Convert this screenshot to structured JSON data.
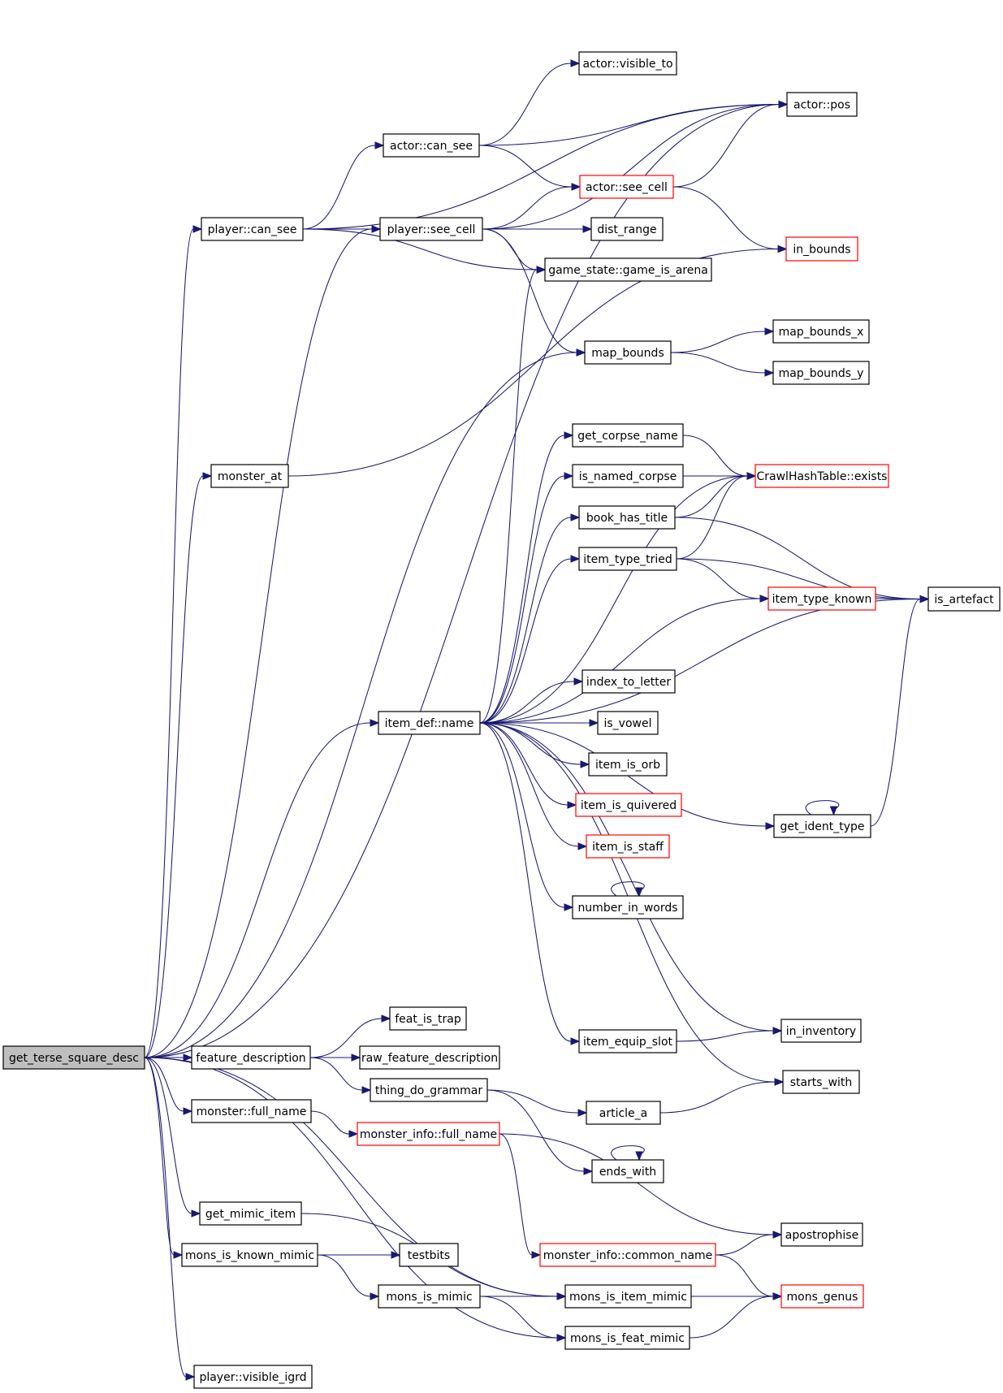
{
  "diagram": {
    "colors": {
      "edge": "#191970",
      "root_fill": "#bfbfbf",
      "node_fill": "#ffffff",
      "node_border": "#000000",
      "truncated_border": "#ff0000"
    },
    "nodes": [
      {
        "id": "get_terse_square_desc",
        "label": "get_terse_square_desc",
        "style": "root"
      },
      {
        "id": "player_can_see",
        "label": "player::can_see",
        "style": "normal"
      },
      {
        "id": "actor_can_see",
        "label": "actor::can_see",
        "style": "normal"
      },
      {
        "id": "actor_visible_to",
        "label": "actor::visible_to",
        "style": "normal"
      },
      {
        "id": "actor_pos",
        "label": "actor::pos",
        "style": "normal"
      },
      {
        "id": "actor_see_cell",
        "label": "actor::see_cell",
        "style": "truncated"
      },
      {
        "id": "player_see_cell",
        "label": "player::see_cell",
        "style": "normal"
      },
      {
        "id": "dist_range",
        "label": "dist_range",
        "style": "normal"
      },
      {
        "id": "game_is_arena",
        "label": "game_state::game_is_arena",
        "style": "normal"
      },
      {
        "id": "in_bounds",
        "label": "in_bounds",
        "style": "truncated"
      },
      {
        "id": "map_bounds",
        "label": "map_bounds",
        "style": "normal"
      },
      {
        "id": "map_bounds_x",
        "label": "map_bounds_x",
        "style": "normal"
      },
      {
        "id": "map_bounds_y",
        "label": "map_bounds_y",
        "style": "normal"
      },
      {
        "id": "monster_at",
        "label": "monster_at",
        "style": "normal"
      },
      {
        "id": "get_corpse_name",
        "label": "get_corpse_name",
        "style": "normal"
      },
      {
        "id": "crawl_exists",
        "label": "CrawlHashTable::exists",
        "style": "truncated"
      },
      {
        "id": "is_named_corpse",
        "label": "is_named_corpse",
        "style": "normal"
      },
      {
        "id": "book_has_title",
        "label": "book_has_title",
        "style": "normal"
      },
      {
        "id": "item_type_tried",
        "label": "item_type_tried",
        "style": "normal"
      },
      {
        "id": "item_type_known",
        "label": "item_type_known",
        "style": "truncated"
      },
      {
        "id": "is_artefact",
        "label": "is_artefact",
        "style": "normal"
      },
      {
        "id": "index_to_letter",
        "label": "index_to_letter",
        "style": "normal"
      },
      {
        "id": "item_def_name",
        "label": "item_def::name",
        "style": "normal"
      },
      {
        "id": "is_vowel",
        "label": "is_vowel",
        "style": "normal"
      },
      {
        "id": "item_is_orb",
        "label": "item_is_orb",
        "style": "normal"
      },
      {
        "id": "item_is_quivered",
        "label": "item_is_quivered",
        "style": "truncated"
      },
      {
        "id": "get_ident_type",
        "label": "get_ident_type",
        "style": "normal"
      },
      {
        "id": "item_is_staff",
        "label": "item_is_staff",
        "style": "truncated"
      },
      {
        "id": "number_in_words",
        "label": "number_in_words",
        "style": "normal"
      },
      {
        "id": "feat_is_trap",
        "label": "feat_is_trap",
        "style": "normal"
      },
      {
        "id": "in_inventory",
        "label": "in_inventory",
        "style": "normal"
      },
      {
        "id": "item_equip_slot",
        "label": "item_equip_slot",
        "style": "normal"
      },
      {
        "id": "feature_description",
        "label": "feature_description",
        "style": "normal"
      },
      {
        "id": "raw_feature_description",
        "label": "raw_feature_description",
        "style": "normal"
      },
      {
        "id": "thing_do_grammar",
        "label": "thing_do_grammar",
        "style": "normal"
      },
      {
        "id": "starts_with",
        "label": "starts_with",
        "style": "normal"
      },
      {
        "id": "article_a",
        "label": "article_a",
        "style": "normal"
      },
      {
        "id": "monster_full_name",
        "label": "monster::full_name",
        "style": "normal"
      },
      {
        "id": "monster_info_full_name",
        "label": "monster_info::full_name",
        "style": "truncated"
      },
      {
        "id": "ends_with",
        "label": "ends_with",
        "style": "normal"
      },
      {
        "id": "get_mimic_item",
        "label": "get_mimic_item",
        "style": "normal"
      },
      {
        "id": "apostrophise",
        "label": "apostrophise",
        "style": "normal"
      },
      {
        "id": "mons_is_known_mimic",
        "label": "mons_is_known_mimic",
        "style": "normal"
      },
      {
        "id": "testbits",
        "label": "testbits",
        "style": "normal"
      },
      {
        "id": "monster_info_common_name",
        "label": "monster_info::common_name",
        "style": "truncated"
      },
      {
        "id": "mons_is_mimic",
        "label": "mons_is_mimic",
        "style": "normal"
      },
      {
        "id": "mons_is_item_mimic",
        "label": "mons_is_item_mimic",
        "style": "normal"
      },
      {
        "id": "mons_genus",
        "label": "mons_genus",
        "style": "truncated"
      },
      {
        "id": "mons_is_feat_mimic",
        "label": "mons_is_feat_mimic",
        "style": "normal"
      },
      {
        "id": "player_visible_igrd",
        "label": "player::visible_igrd",
        "style": "normal"
      }
    ],
    "edges": [
      [
        "get_terse_square_desc",
        "player_can_see"
      ],
      [
        "get_terse_square_desc",
        "actor_pos"
      ],
      [
        "get_terse_square_desc",
        "player_see_cell"
      ],
      [
        "get_terse_square_desc",
        "monster_at"
      ],
      [
        "get_terse_square_desc",
        "map_bounds"
      ],
      [
        "get_terse_square_desc",
        "item_def_name"
      ],
      [
        "get_terse_square_desc",
        "feature_description"
      ],
      [
        "get_terse_square_desc",
        "monster_full_name"
      ],
      [
        "get_terse_square_desc",
        "get_mimic_item"
      ],
      [
        "get_terse_square_desc",
        "mons_is_known_mimic"
      ],
      [
        "get_terse_square_desc",
        "mons_is_item_mimic"
      ],
      [
        "get_terse_square_desc",
        "mons_is_feat_mimic"
      ],
      [
        "get_terse_square_desc",
        "player_visible_igrd"
      ],
      [
        "player_can_see",
        "actor_pos"
      ],
      [
        "player_can_see",
        "actor_can_see"
      ],
      [
        "player_can_see",
        "player_see_cell"
      ],
      [
        "player_can_see",
        "game_is_arena"
      ],
      [
        "actor_can_see",
        "actor_visible_to"
      ],
      [
        "actor_can_see",
        "actor_pos"
      ],
      [
        "actor_can_see",
        "actor_see_cell"
      ],
      [
        "actor_see_cell",
        "actor_pos"
      ],
      [
        "actor_see_cell",
        "in_bounds"
      ],
      [
        "player_see_cell",
        "actor_pos"
      ],
      [
        "player_see_cell",
        "actor_see_cell"
      ],
      [
        "player_see_cell",
        "dist_range"
      ],
      [
        "player_see_cell",
        "game_is_arena"
      ],
      [
        "player_see_cell",
        "map_bounds"
      ],
      [
        "monster_at",
        "in_bounds"
      ],
      [
        "map_bounds",
        "map_bounds_x"
      ],
      [
        "map_bounds",
        "map_bounds_y"
      ],
      [
        "get_corpse_name",
        "crawl_exists"
      ],
      [
        "is_named_corpse",
        "crawl_exists"
      ],
      [
        "book_has_title",
        "crawl_exists"
      ],
      [
        "book_has_title",
        "is_artefact"
      ],
      [
        "item_type_tried",
        "crawl_exists"
      ],
      [
        "item_type_tried",
        "item_type_known"
      ],
      [
        "item_type_tried",
        "is_artefact"
      ],
      [
        "item_type_known",
        "is_artefact"
      ],
      [
        "item_def_name",
        "game_is_arena"
      ],
      [
        "item_def_name",
        "crawl_exists"
      ],
      [
        "item_def_name",
        "get_corpse_name"
      ],
      [
        "item_def_name",
        "is_named_corpse"
      ],
      [
        "item_def_name",
        "book_has_title"
      ],
      [
        "item_def_name",
        "item_type_tried"
      ],
      [
        "item_def_name",
        "item_type_known"
      ],
      [
        "item_def_name",
        "is_artefact"
      ],
      [
        "item_def_name",
        "index_to_letter"
      ],
      [
        "item_def_name",
        "is_vowel"
      ],
      [
        "item_def_name",
        "item_is_orb"
      ],
      [
        "item_def_name",
        "item_is_quivered"
      ],
      [
        "item_def_name",
        "item_is_staff"
      ],
      [
        "item_def_name",
        "number_in_words"
      ],
      [
        "item_def_name",
        "get_ident_type"
      ],
      [
        "item_def_name",
        "in_inventory"
      ],
      [
        "item_def_name",
        "item_equip_slot"
      ],
      [
        "item_def_name",
        "starts_with"
      ],
      [
        "get_ident_type",
        "is_artefact"
      ],
      [
        "get_ident_type",
        "get_ident_type"
      ],
      [
        "number_in_words",
        "number_in_words"
      ],
      [
        "item_equip_slot",
        "in_inventory"
      ],
      [
        "feature_description",
        "feat_is_trap"
      ],
      [
        "feature_description",
        "raw_feature_description"
      ],
      [
        "feature_description",
        "thing_do_grammar"
      ],
      [
        "thing_do_grammar",
        "article_a"
      ],
      [
        "thing_do_grammar",
        "ends_with"
      ],
      [
        "article_a",
        "starts_with"
      ],
      [
        "ends_with",
        "ends_with"
      ],
      [
        "monster_full_name",
        "monster_info_full_name"
      ],
      [
        "monster_info_full_name",
        "apostrophise"
      ],
      [
        "monster_info_full_name",
        "monster_info_common_name"
      ],
      [
        "get_mimic_item",
        "mons_is_item_mimic"
      ],
      [
        "mons_is_known_mimic",
        "testbits"
      ],
      [
        "mons_is_known_mimic",
        "mons_is_mimic"
      ],
      [
        "monster_info_common_name",
        "apostrophise"
      ],
      [
        "monster_info_common_name",
        "mons_genus"
      ],
      [
        "mons_is_mimic",
        "mons_is_item_mimic"
      ],
      [
        "mons_is_mimic",
        "mons_is_feat_mimic"
      ],
      [
        "mons_is_item_mimic",
        "mons_genus"
      ],
      [
        "mons_is_feat_mimic",
        "mons_genus"
      ]
    ]
  }
}
